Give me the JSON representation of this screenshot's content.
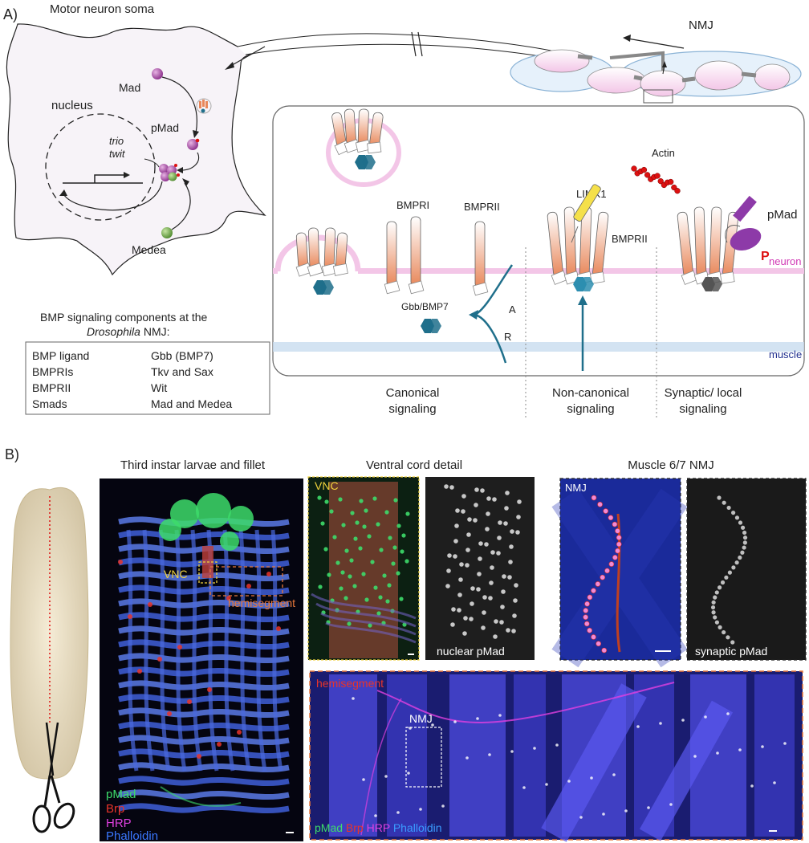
{
  "panelA": {
    "label": "A)",
    "soma_title": "Motor neuron soma",
    "nmj_label": "NMJ",
    "nucleus_label": "nucleus",
    "mad_label": "Mad",
    "pmad_label": "pMad",
    "medea_label": "Medea",
    "gene1": "trio",
    "gene2": "twit",
    "table_title_line1": "BMP signaling components at the",
    "table_title_italic": "Drosophila",
    "table_title_rest": " NMJ:",
    "table_rows": [
      {
        "left": "BMP ligand",
        "right": "Gbb (BMP7)"
      },
      {
        "left": "BMPRIs",
        "right": "Tkv and Sax"
      },
      {
        "left": "BMPRII",
        "right": "Wit"
      },
      {
        "left": "Smads",
        "right": "Mad and Medea"
      }
    ],
    "bmpri_label": "BMPRI",
    "bmprii_label": "BMPRII",
    "bmprii_label2": "BMPRII",
    "gbb_label": "Gbb/BMP7",
    "a_label": "A",
    "r_label": "R",
    "actin_label": "Actin",
    "limk_label": "LIMK1",
    "pmad_local_label": "pMad",
    "p_label": "P",
    "neuron_label": "neuron",
    "muscle_label": "muscle",
    "sig1_line1": "Canonical",
    "sig1_line2": "signaling",
    "sig2_line1": "Non-canonical",
    "sig2_line2": "signaling",
    "sig3_line1": "Synaptic/ local",
    "sig3_line2": "signaling"
  },
  "panelB": {
    "label": "B)",
    "title_larvae": "Third instar larvae and fillet",
    "title_vc": "Ventral cord detail",
    "title_nmj": "Muscle 6/7 NMJ",
    "vnc_label": "VNC",
    "hemisegment_label": "hemisegment",
    "legend_pmad": "pMad",
    "legend_brp": "Brp",
    "legend_hrp": "HRP",
    "legend_phalloidin": "Phalloidin",
    "vnc_inset_label": "VNC",
    "nuclear_label": "nuclear pMad",
    "nmj_inset_label": "NMJ",
    "synaptic_label": "synaptic pMad",
    "hemi_inset_label": "hemisegment",
    "nmj_box_label": "NMJ",
    "bottom_pmad": "pMad",
    "bottom_brp": "Brp",
    "bottom_hrp": "HRP",
    "bottom_phalloidin": "Phalloidin"
  },
  "colors": {
    "green": "#3ddc6a",
    "red": "#e8342a",
    "magenta": "#e040e0",
    "blue": "#3a78ff",
    "receptor_orange": "#e8875a",
    "ligand_teal": "#1f6f8b",
    "neuron_pink": "#f0a8e0",
    "muscle_blue": "#c8dcef",
    "vnc_yellow": "#f0d23c",
    "hemi_orange": "#e8783a"
  }
}
